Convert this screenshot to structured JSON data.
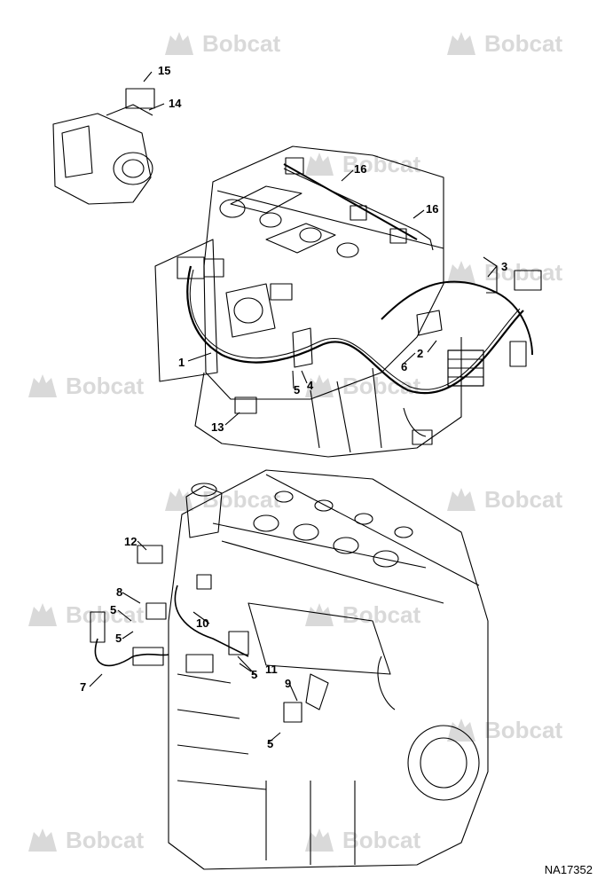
{
  "watermark": {
    "text": "Bobcat",
    "icon": "bobcat-logo-icon",
    "color": "#d9d9d9"
  },
  "callouts": [
    "1",
    "2",
    "3",
    "4",
    "5",
    "5",
    "5",
    "5",
    "5",
    "6",
    "7",
    "8",
    "9",
    "10",
    "11",
    "12",
    "13",
    "14",
    "15",
    "16",
    "16"
  ],
  "reference_code": "NA17352",
  "colors": {
    "line": "#000000",
    "watermark": "#d9d9d9"
  }
}
